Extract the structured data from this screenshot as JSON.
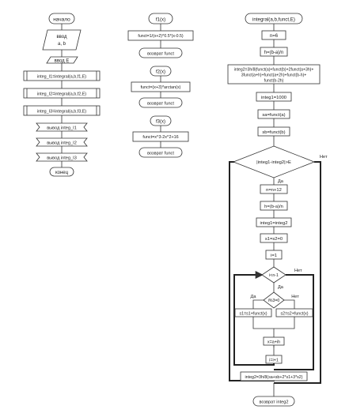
{
  "main": {
    "start": "начало",
    "input_ab": [
      "ввод",
      "a, b"
    ],
    "input_e": "ввод E",
    "calls": [
      "integ_I1=integral(a,b,f1,E)",
      "integ_I2=integral(a,b,f2,E)",
      "integ_I3=integral(a,b,f3,E)"
    ],
    "outputs": [
      "вывод integ_I1",
      "вывод integ_I2",
      "вывод integ_I3"
    ],
    "end": "конец"
  },
  "functions": [
    {
      "header": "f1(x)",
      "body": "funct=1/(x+2)^0.5*(x-0.5)",
      "ret": "возврат funct"
    },
    {
      "header": "f2(x)",
      "body": "funct=(x+3)*arctan(x)",
      "ret": "возврат funct"
    },
    {
      "header": "f3(x)",
      "body": "funct=x^3-2x^2+16",
      "ret": "возврат funct"
    }
  ],
  "integral": {
    "header": "integral(a,b,funct,E)",
    "n_init": "n=6",
    "h_init": "h=(b-a)/n",
    "integ2_lines": [
      "integ2=3h/8(funct(a)+funct(b)+2funct(a+3h)+",
      "3funct(a+h)+funct(a+2h)+funct(b-h)+",
      "funct(b-2h)"
    ],
    "integ1_init": "integ1=1000",
    "sa": "sa=funct(a)",
    "sb": "sb=funct(b)",
    "outer_cond": "|integ1-integ2|>E",
    "outer_yes": "Да",
    "outer_no": "Нет",
    "n_update": "n=n+12",
    "h_update": "h=(b-a)/n",
    "integ1_update": "integ1=integ2",
    "s_reset": "s1=s2=0",
    "i_init": "i=1",
    "inner_cond": "i<n-1",
    "inner_yes": "Да",
    "inner_no": "Нет",
    "mod_cond": "i%3=0",
    "mod_yes": "Да",
    "mod_no": "Нет",
    "s1_update": "s1=s1+funct(x)",
    "s2_update": "s2=s2+funct(x)",
    "x_update": "x=a+ih",
    "i_update": "i=i+1",
    "final": "integ2=3h/8(sa+sb+2*s1+3*s2)",
    "ret": "возврат integ2"
  }
}
